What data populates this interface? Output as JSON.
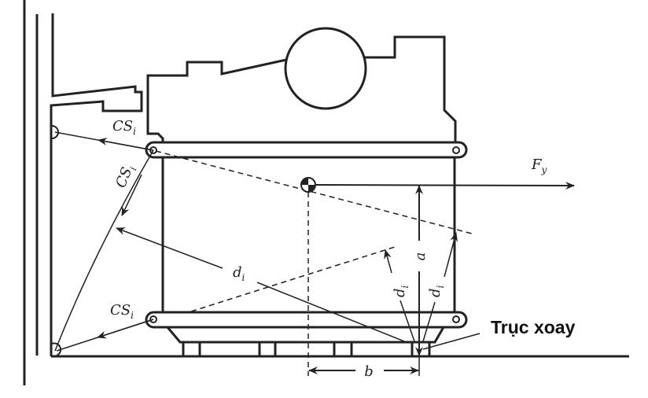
{
  "labels": {
    "cs_main": "CS",
    "cs_sub": "i",
    "d_main": "d",
    "d_sub": "i",
    "force_main": "F",
    "force_sub": "y",
    "height_a": "a",
    "distance_b": "b",
    "pivot": "Trục xoay"
  }
}
